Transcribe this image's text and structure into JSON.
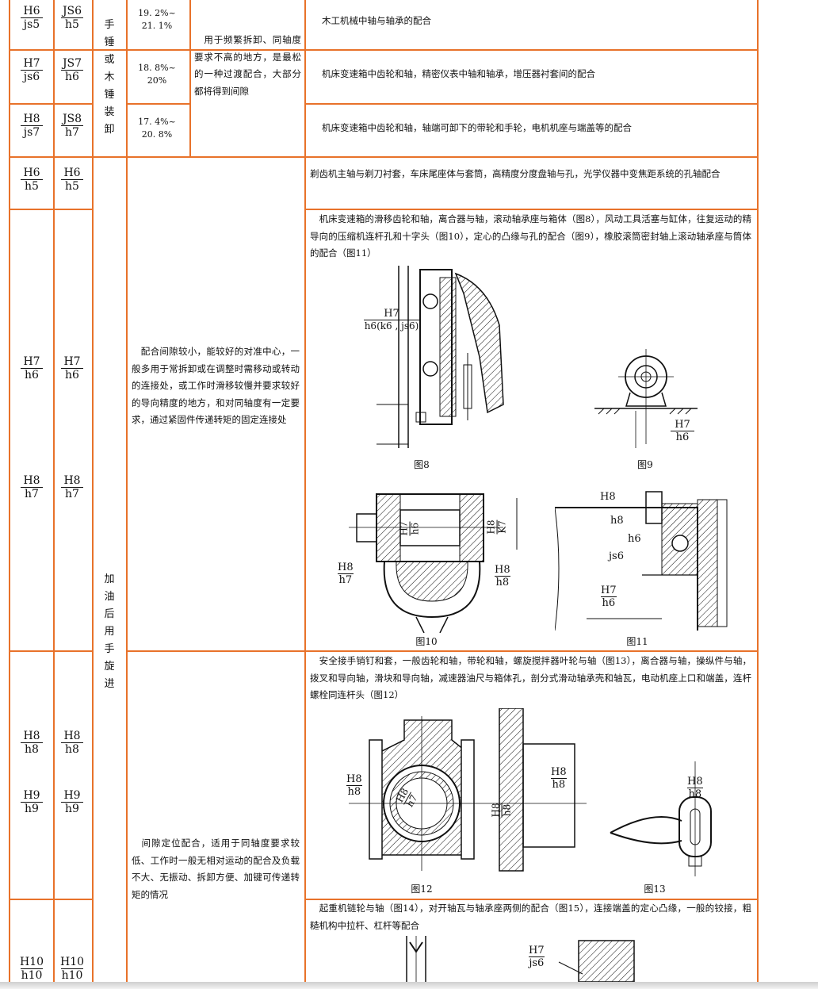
{
  "rows_top": [
    {
      "hole": {
        "n": "H6",
        "d": "js5"
      },
      "shaft": {
        "n": "JS6",
        "d": "h5"
      },
      "pct": [
        "19. 2%~",
        "21. 1%"
      ],
      "example": "木工机械中轴与轴承的配合"
    },
    {
      "hole": {
        "n": "H7",
        "d": "js6"
      },
      "shaft": {
        "n": "JS7",
        "d": "h6"
      },
      "pct": [
        "18. 8%~",
        "20%"
      ],
      "example": "机床变速箱中齿轮和轴，精密仪表中轴和轴承，增压器衬套间的配合"
    },
    {
      "hole": {
        "n": "H8",
        "d": "js7"
      },
      "shaft": {
        "n": "JS8",
        "d": "h7"
      },
      "pct": [
        "17. 4%~",
        "20. 8%"
      ],
      "example": "机床变速箱中齿轮和轴，轴端可卸下的带轮和手轮，电机机座与端盖等的配合"
    }
  ],
  "method_top": [
    "手",
    "锤",
    "或",
    "木",
    "锤",
    "装",
    "卸"
  ],
  "desc_top": "　用于频繁拆卸、同轴度要求不高的地方，是最松的一种过渡配合，大部分都将得到间隙",
  "row_h6": {
    "hole": {
      "n": "H6",
      "d": "h5"
    },
    "shaft": {
      "n": "H6",
      "d": "h5"
    },
    "example": "剃齿机主轴与剃刀衬套，车床尾座体与套筒，高精度分度盘轴与孔，光学仪器中变焦距系统的孔轴配合"
  },
  "row_h7": {
    "hole": {
      "n": "H7",
      "d": "h6"
    },
    "shaft": {
      "n": "H7",
      "d": "h6"
    }
  },
  "row_h8h7": {
    "hole": {
      "n": "H8",
      "d": "h7"
    },
    "shaft": {
      "n": "H8",
      "d": "h7"
    }
  },
  "example_h7": "　机床变速箱的滑移齿轮和轴，离合器与轴，滚动轴承座与箱体（图8），风动工具活塞与缸体，往复运动的精导向的压缩机连杆孔和十字头（图10），定心的凸缘与孔的配合（图9），橡胶滚筒密封轴上滚动轴承座与筒体的配合（图11）",
  "desc_mid": "　配合间隙较小，能较好的对准中心，一般多用于常拆卸或在调整时需移动或转动的连接处，或工作时滑移较慢并要求较好的导向精度的地方，和对同轴度有一定要求，通过紧固件传递转矩的固定连接处",
  "method_mid": [
    "加",
    "油",
    "后",
    "用",
    "手",
    "旋",
    "进"
  ],
  "row_h8h8": {
    "hole": {
      "n": "H8",
      "d": "h8"
    },
    "shaft": {
      "n": "H8",
      "d": "h8"
    }
  },
  "row_h9h9": {
    "hole": {
      "n": "H9",
      "d": "h9"
    },
    "shaft": {
      "n": "H9",
      "d": "h9"
    }
  },
  "example_h8": "　安全接手销钉和套，一般齿轮和轴，带轮和轴，螺旋搅拌器叶轮与轴（图13），离合器与轴，操纵件与轴，拨叉和导向轴，滑块和导向轴，减速器油尺与箱体孔，剖分式滑动轴承壳和轴瓦，电动机座上口和端盖，连杆螺栓同连杆头（图12）",
  "desc_bottom": "　间隙定位配合，适用于同轴度要求较低、工作时一般无相对运动的配合及负载不大、无振动、拆卸方便、加键可传递转矩的情况",
  "row_h10": {
    "hole": {
      "n": "H10",
      "d": "h10"
    },
    "shaft": {
      "n": "H10",
      "d": "h10"
    }
  },
  "example_h10": "　起重机链轮与轴（图14），对开轴瓦与轴承座两侧的配合（图15），连接端盖的定心凸缘，一般的铰接，粗糙机构中拉杆、杠杆等配合",
  "figures": {
    "fig8": "图8",
    "fig9": "图9",
    "fig10": "图10",
    "fig11": "图11",
    "fig12": "图12",
    "fig13": "图13",
    "fig8_label": {
      "n": "H7",
      "d": "h6(k6 , js6)"
    },
    "fig9_label": {
      "n": "H7",
      "d": "h6"
    },
    "fig10_labels": [
      {
        "n": "H7",
        "d": "h6"
      },
      {
        "n": "H8",
        "d": "K7"
      },
      {
        "n": "H8",
        "d": "h7"
      },
      {
        "n": "H8",
        "d": "h8"
      }
    ],
    "fig11_labels": [
      "H8",
      "h8",
      "h6",
      "js6"
    ],
    "fig11_frac": {
      "n": "H7",
      "d": "h6"
    },
    "fig12_labels": [
      {
        "n": "H8",
        "d": "h8"
      },
      {
        "n": "H8",
        "d": "h7"
      },
      {
        "n": "H8",
        "d": "h8"
      },
      {
        "n": "H8",
        "d": "h8"
      }
    ],
    "fig13_label": {
      "n": "H8",
      "d": "h8"
    },
    "fig15_label": {
      "n": "H7",
      "d": "js6"
    }
  }
}
